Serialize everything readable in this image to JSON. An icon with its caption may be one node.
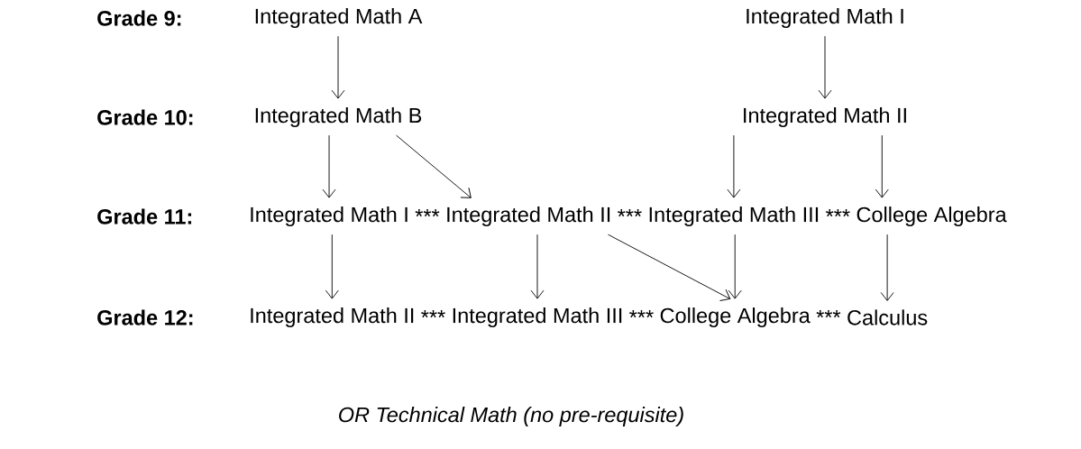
{
  "diagram": {
    "caption": "OR Technical Math (no pre-requisite)",
    "nodes": [
      {
        "text": [
          "Integrated Math A"
        ]
      },
      {
        "text": [
          "Integrated Math I"
        ]
      },
      {
        "text": [
          "Integrated Math B"
        ]
      },
      {
        "text": [
          "Integrated Math II"
        ]
      },
      {
        "text": [
          "Integrated Math I"
        ]
      },
      {
        "text": [
          "Integrated Math II"
        ]
      },
      {
        "text": [
          "Integrated Math III"
        ]
      },
      {
        "text": [
          "College Algebra"
        ]
      },
      {
        "text": [
          "Integrated Math II"
        ]
      },
      {
        "text": [
          "Integrated Math III"
        ]
      },
      {
        "text": [
          "College Algebra"
        ]
      },
      {
        "text": [
          "Calculus"
        ]
      }
    ],
    "edges": [
      {
        "from": 0,
        "to": 2,
        "arrow": "to"
      },
      {
        "from": 1,
        "to": 3,
        "arrow": "to"
      },
      {
        "from": 2,
        "to": 4,
        "arrow": "to"
      },
      {
        "from": 2,
        "to": 5,
        "arrow": "to"
      },
      {
        "from": 3,
        "to": 6,
        "arrow": "to"
      },
      {
        "from": 3,
        "to": 7,
        "arrow": "to"
      },
      {
        "from": 4,
        "to": 8,
        "arrow": "to"
      },
      {
        "from": 5,
        "to": 9,
        "arrow": "to"
      },
      {
        "from": 5,
        "to": 10,
        "arrow": "to"
      },
      {
        "from": 6,
        "to": 10,
        "arrow": "to"
      },
      {
        "from": 7,
        "to": 11,
        "arrow": "to"
      }
    ],
    "labels": [
      "Grade 9:",
      "Grade 10:",
      "Grade 11:",
      "***",
      "***",
      "***",
      "Grade 12:",
      "***",
      "***",
      "***"
    ]
  }
}
